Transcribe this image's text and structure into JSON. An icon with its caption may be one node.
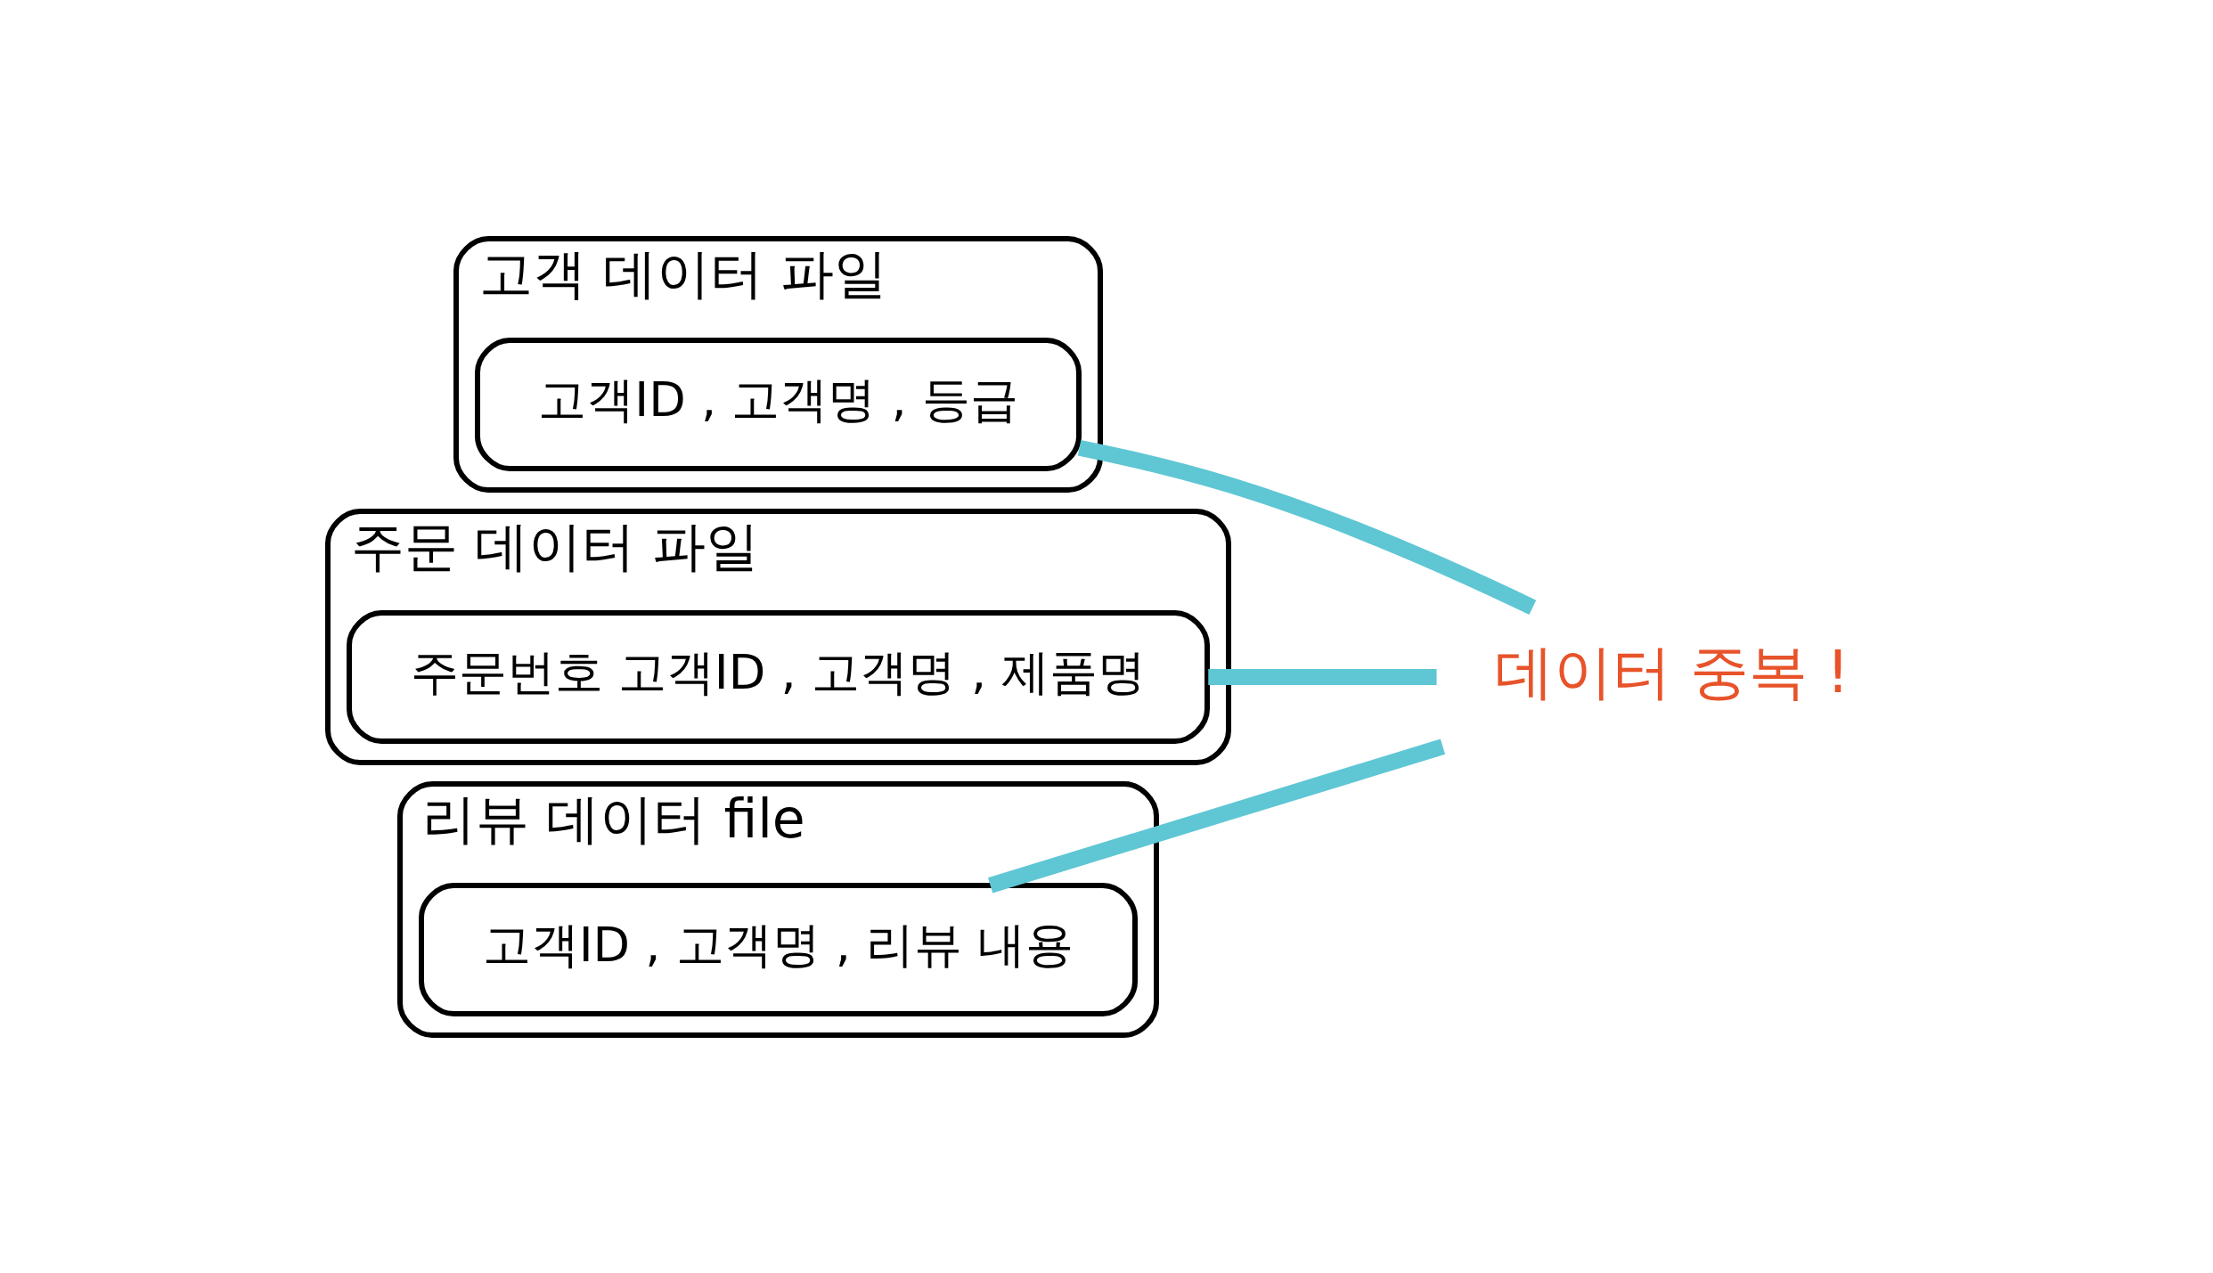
{
  "diagram": {
    "nodes": [
      {
        "text": [
          "고객 데이터 파일"
        ]
      },
      {
        "text": [
          "고객ID , 고객명 , 등급"
        ],
        "in": 0
      },
      {
        "text": [
          "주문 데이터 파일"
        ]
      },
      {
        "text": [
          "주문번호 고객ID , 고객명 , 제품명"
        ],
        "in": 2
      },
      {
        "text": [
          "리뷰 데이터 file"
        ]
      },
      {
        "text": [
          "고객ID , 고객명 , 리뷰 내용"
        ],
        "in": 4
      },
      {
        "text": [
          "데이터 중복 !"
        ]
      }
    ],
    "edges": [
      {
        "from": 1,
        "to": 6,
        "arrow": "none",
        "color": "#5fc6d4"
      },
      {
        "from": 3,
        "to": 6,
        "arrow": "none",
        "color": "#5fc6d4"
      },
      {
        "from": 5,
        "to": 6,
        "arrow": "none",
        "color": "#5fc6d4"
      }
    ]
  }
}
